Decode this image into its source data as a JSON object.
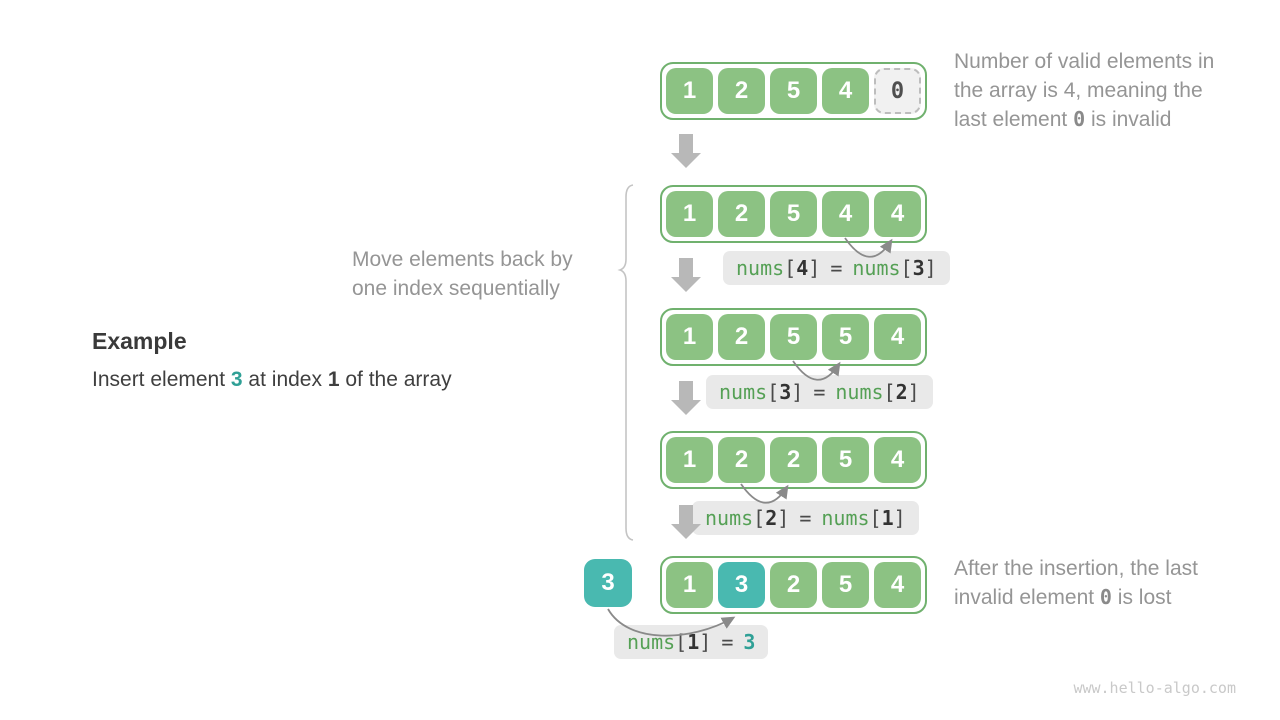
{
  "watermark": "www.hello-algo.com",
  "example": {
    "title": "Example",
    "pre": "Insert element ",
    "value": "3",
    "mid": " at index ",
    "index": "1",
    "post": " of the array"
  },
  "notes": {
    "top": {
      "line1": "Number of valid elements in",
      "line2": "the array is 4, meaning the",
      "line3_pre": "last element ",
      "line3_code": "0",
      "line3_post": " is invalid"
    },
    "move": {
      "line1": "Move elements back by",
      "line2": "one index sequentially"
    },
    "bottom": {
      "line1": "After the insertion, the last",
      "line2_pre": "invalid element ",
      "line2_code": "0",
      "line2_post": " is lost"
    }
  },
  "code": {
    "open": "[",
    "close": "]",
    "eq": "="
  },
  "inserted_value": "3",
  "rows": [
    {
      "cells": [
        "1",
        "2",
        "5",
        "4",
        "0"
      ]
    },
    {
      "cells": [
        "1",
        "2",
        "5",
        "4",
        "4"
      ],
      "label": {
        "lname": "nums",
        "lidx": "4",
        "rname": "nums",
        "ridx": "3"
      }
    },
    {
      "cells": [
        "1",
        "2",
        "5",
        "5",
        "4"
      ],
      "label": {
        "lname": "nums",
        "lidx": "3",
        "rname": "nums",
        "ridx": "2"
      }
    },
    {
      "cells": [
        "1",
        "2",
        "2",
        "5",
        "4"
      ],
      "label": {
        "lname": "nums",
        "lidx": "2",
        "rname": "nums",
        "ridx": "1"
      }
    },
    {
      "cells": [
        "1",
        "3",
        "2",
        "5",
        "4"
      ],
      "label": {
        "lname": "nums",
        "lidx": "1",
        "rvalue": "3"
      }
    }
  ],
  "colors": {
    "cell_green": "#8CC283",
    "border_green": "#70B16E",
    "teal": "#49B9B0",
    "code_green": "#55A055",
    "code_teal": "#2FA096",
    "label_bg": "#E9E9E9",
    "annotation_gray": "#959595"
  }
}
